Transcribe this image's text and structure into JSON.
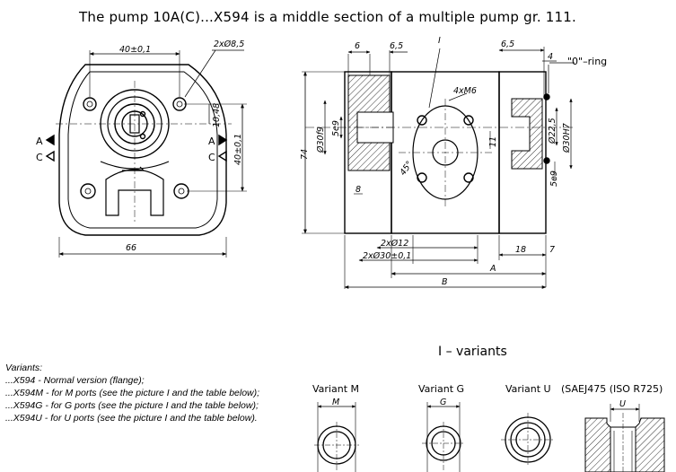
{
  "title": "The pump 10A(C)...X594 is a middle section of a multiple pump gr. 111.",
  "front_view": {
    "dim_top": "40±0,1",
    "dim_holes": "2xØ8,5",
    "dim_right_small": "10,48",
    "dim_right": "40±0,1",
    "dim_bottom": "66",
    "label_a": "A",
    "label_c": "C",
    "label_a2": "A",
    "label_c2": "C"
  },
  "section_view": {
    "dim_6": "6",
    "dim_65_left": "6,5",
    "dim_I": "I",
    "dim_65_right": "6,5",
    "dim_4": "4",
    "oring": "\"0\"–ring",
    "dim_4xm6": "4xM6",
    "dim_74": "74",
    "dim_30f9": "Ø30f9",
    "dim_5e9_left": "5e9",
    "dim_11": "11",
    "dim_225": "Ø22,5",
    "dim_30h7": "Ø30H7",
    "dim_5e9_right": "5e9",
    "dim_45": "45°",
    "dim_8": "8",
    "dim_2x12": "2xØ12",
    "dim_2x30": "2xØ30±0,1",
    "dim_18": "18",
    "dim_7": "7",
    "dim_A": "A",
    "dim_B": "B"
  },
  "variants_title": "I  –  variants",
  "variants_list": [
    "Variants:",
    "...X594    - Normal version (flange);",
    "...X594M  - for M ports (see the picture I and the table below);",
    "...X594G  - for G ports (see the picture I and the table below);",
    "...X594U  - for U ports (see the picture I and the table below)."
  ],
  "variants": {
    "m_label": "Variant M",
    "m_sub": "M",
    "g_label": "Variant G",
    "g_sub": "G",
    "u_label": "Variant U",
    "sae_label": "(SAEJ475 (ISO R725)",
    "sae_sub": "U"
  }
}
